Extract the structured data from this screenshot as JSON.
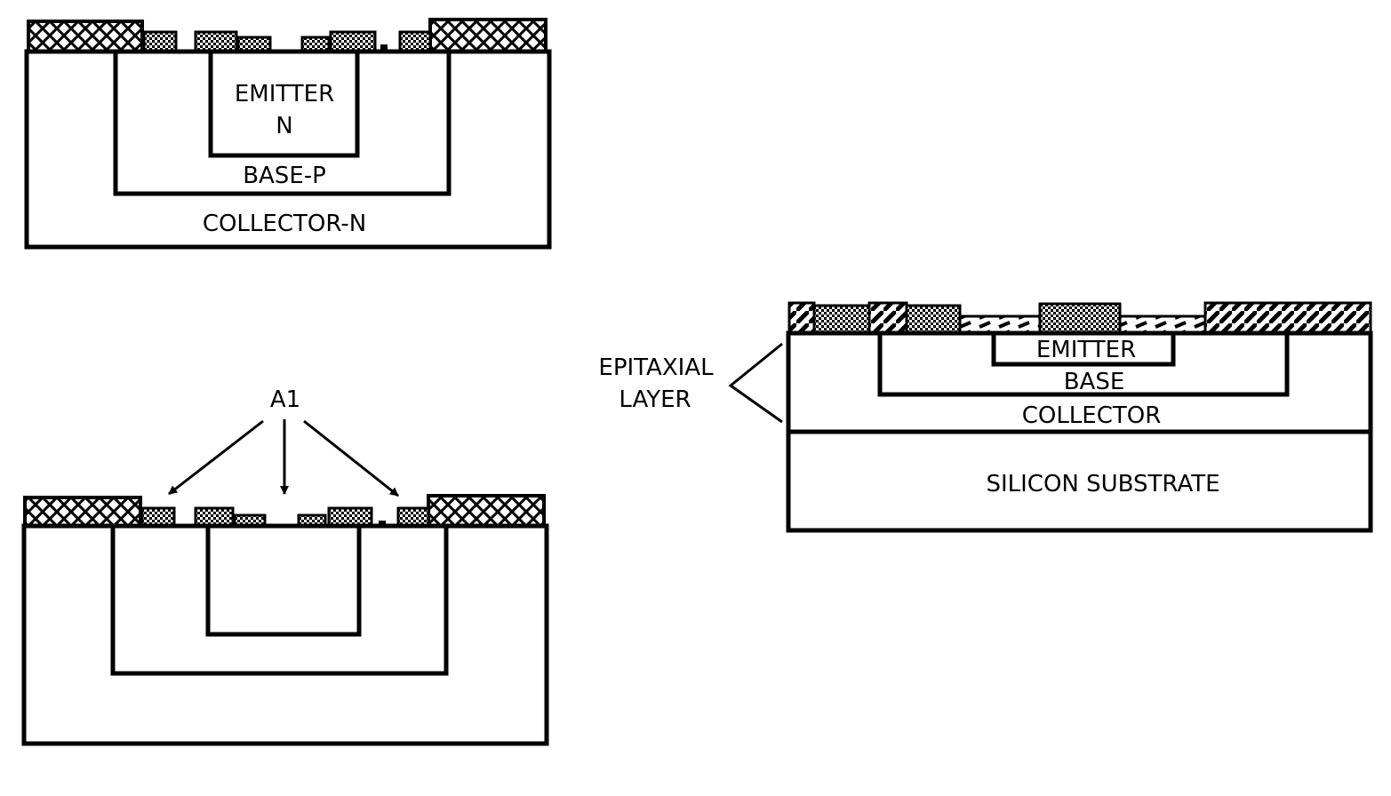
{
  "figure1": {
    "emitter_label": "EMITTER",
    "emitter_type": "N",
    "base_label": "BASE-P",
    "collector_label": "COLLECTOR-N"
  },
  "figure2": {
    "contact_label": "A1"
  },
  "figure3": {
    "epitaxial_label_line1": "EPITAXIAL",
    "epitaxial_label_line2": "LAYER",
    "emitter_label": "EMITTER",
    "base_label": "BASE",
    "collector_label": "COLLECTOR",
    "substrate_label": "SILICON SUBSTRATE"
  },
  "colors": {
    "ink": "#000000",
    "paper": "#ffffff"
  }
}
